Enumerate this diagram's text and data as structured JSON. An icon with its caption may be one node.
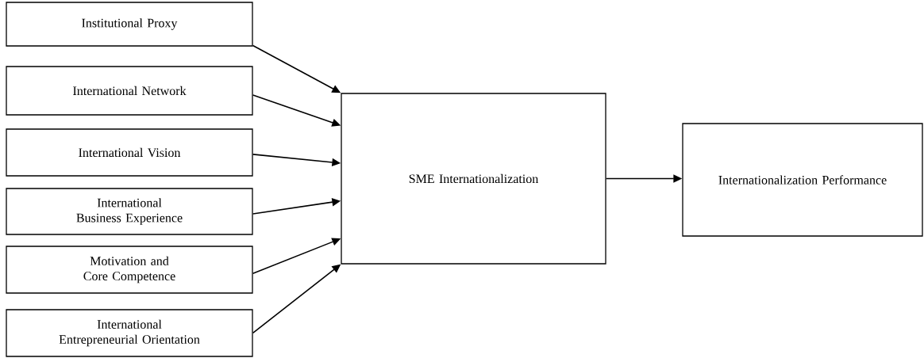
{
  "diagram": {
    "nodes": [
      {
        "text": [
          "Institutional Proxy"
        ]
      },
      {
        "text": [
          "International Network"
        ]
      },
      {
        "text": [
          "International Vision"
        ]
      },
      {
        "text": [
          "International Business Experience"
        ]
      },
      {
        "text": [
          "Motivation and Core Competence"
        ]
      },
      {
        "text": [
          "International Entrepreneurial Orientation"
        ]
      },
      {
        "text": [
          "SME Internationalization"
        ]
      },
      {
        "text": [
          "Internationalization Performance"
        ]
      }
    ],
    "edges": [
      {
        "from": 0,
        "to": 6,
        "arrow": "to"
      },
      {
        "from": 1,
        "to": 6,
        "arrow": "to"
      },
      {
        "from": 2,
        "to": 6,
        "arrow": "to"
      },
      {
        "from": 3,
        "to": 6,
        "arrow": "to"
      },
      {
        "from": 4,
        "to": 6,
        "arrow": "to"
      },
      {
        "from": 5,
        "to": 6,
        "arrow": "to"
      },
      {
        "from": 6,
        "to": 7,
        "arrow": "to"
      }
    ]
  }
}
